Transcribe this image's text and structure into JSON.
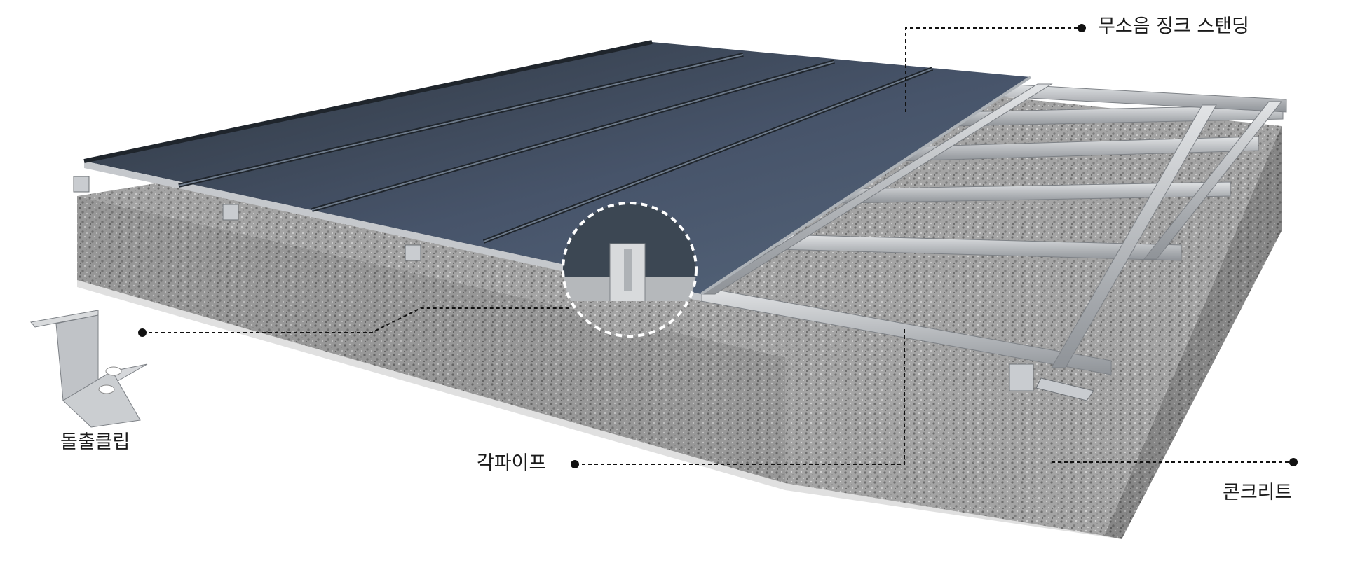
{
  "labels": {
    "zinc": "무소음 징크 스탠딩",
    "clip": "돌출클립",
    "pipe": "각파이프",
    "concrete": "콘크리트"
  },
  "colors": {
    "background": "#ffffff",
    "zinc_panel": "#3d4855",
    "steel": "#b9bcc0",
    "concrete": "#9a9a9a",
    "leader_line": "#111111"
  }
}
